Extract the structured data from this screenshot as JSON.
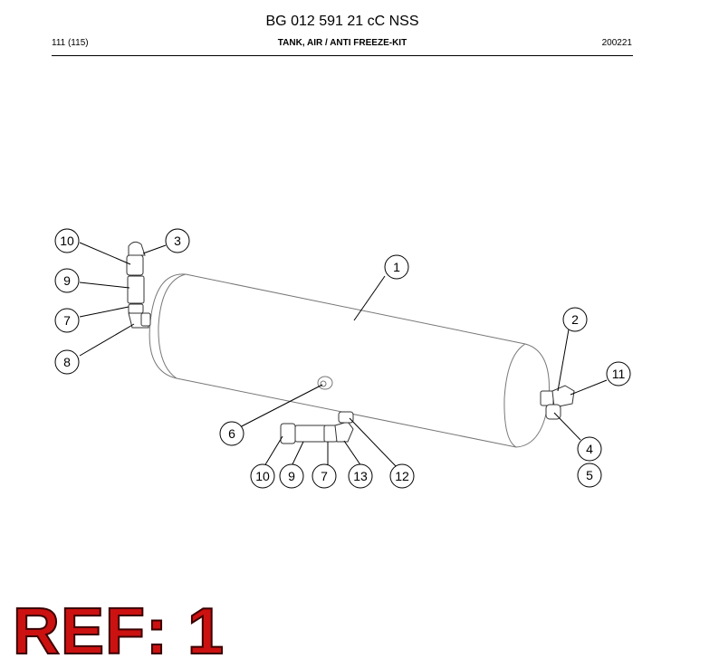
{
  "header": {
    "document_code": "BG 012 591 21 cC NSS",
    "page": "111 (115)",
    "title": "TANK, AIR / ANTI FREEZE-KIT",
    "date": "200221"
  },
  "callouts": [
    {
      "id": "c-1",
      "label": "1"
    },
    {
      "id": "c-2",
      "label": "2"
    },
    {
      "id": "c-3",
      "label": "3"
    },
    {
      "id": "c-4",
      "label": "4"
    },
    {
      "id": "c-5",
      "label": "5"
    },
    {
      "id": "c-6",
      "label": "6"
    },
    {
      "id": "c-7a",
      "label": "7"
    },
    {
      "id": "c-7b",
      "label": "7"
    },
    {
      "id": "c-8",
      "label": "8"
    },
    {
      "id": "c-9a",
      "label": "9"
    },
    {
      "id": "c-9b",
      "label": "9"
    },
    {
      "id": "c-10a",
      "label": "10"
    },
    {
      "id": "c-10b",
      "label": "10"
    },
    {
      "id": "c-11",
      "label": "11"
    },
    {
      "id": "c-12",
      "label": "12"
    },
    {
      "id": "c-13",
      "label": "13"
    }
  ],
  "ref_label": "REF: 1",
  "colors": {
    "ref_text": "#cc1111",
    "line": "#000000",
    "tank_stroke": "#666666"
  }
}
